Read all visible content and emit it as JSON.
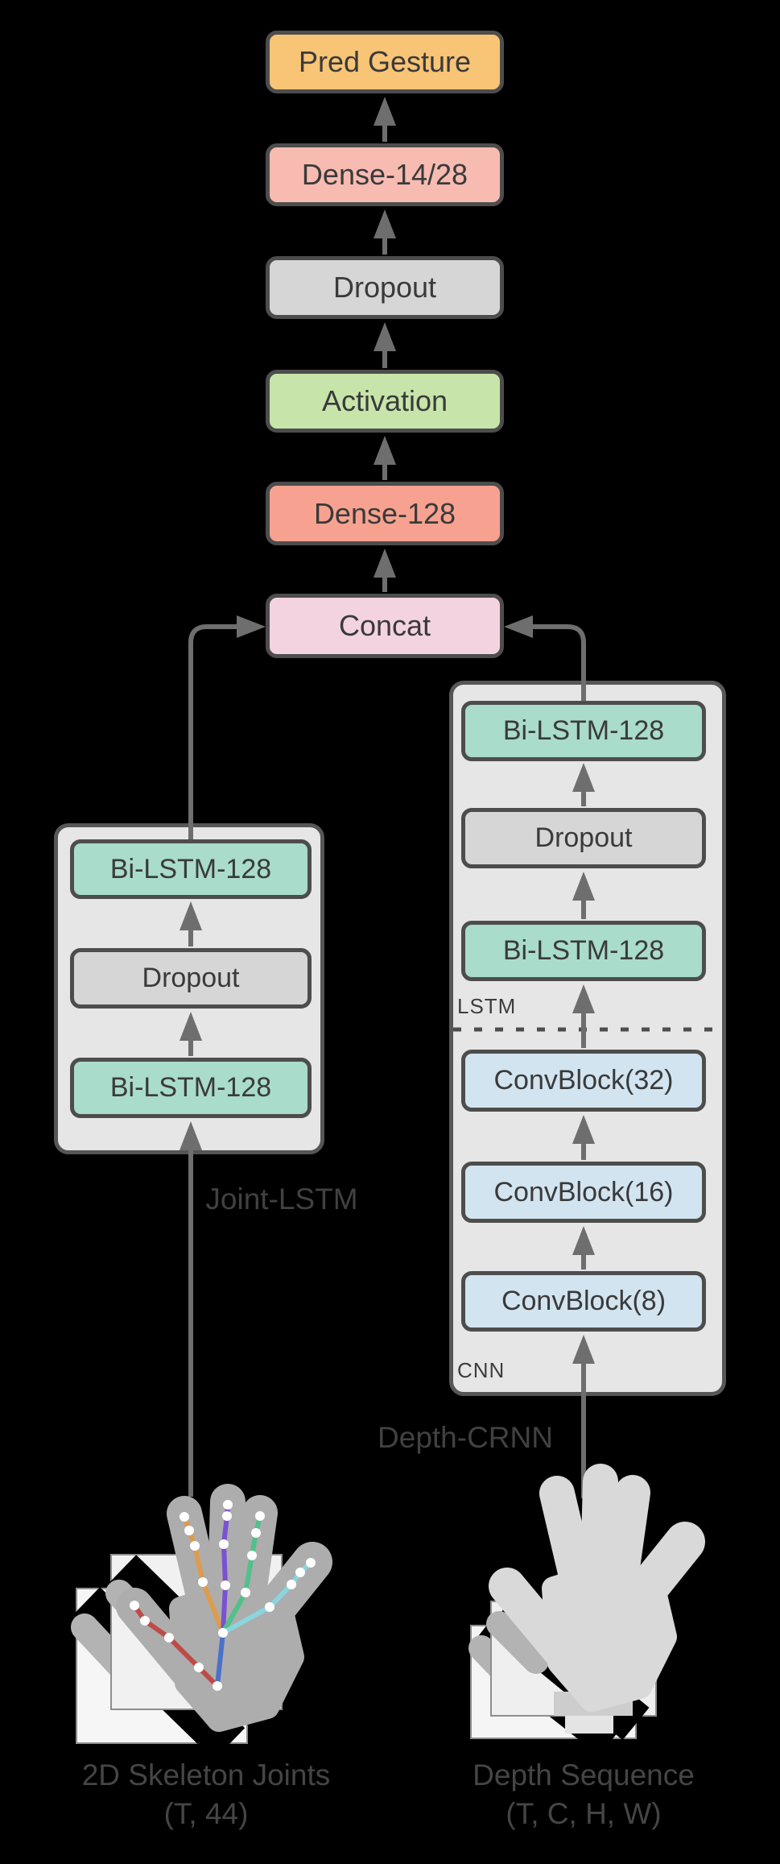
{
  "diagram": {
    "output_stack": {
      "pred_gesture": "Pred Gesture",
      "dense_out": "Dense-14/28",
      "dropout": "Dropout",
      "activation": "Activation",
      "dense_hidden": "Dense-128",
      "concat": "Concat"
    },
    "joint_branch": {
      "label": "Joint-LSTM",
      "bilstm_top": "Bi-LSTM-128",
      "dropout": "Dropout",
      "bilstm_bottom": "Bi-LSTM-128",
      "input_title": "2D Skeleton Joints",
      "input_shape": "(T, 44)"
    },
    "depth_branch": {
      "label": "Depth-CRNN",
      "lstm_tag": "LSTM",
      "cnn_tag": "CNN",
      "bilstm_top": "Bi-LSTM-128",
      "dropout": "Dropout",
      "bilstm_mid": "Bi-LSTM-128",
      "conv32": "ConvBlock(32)",
      "conv16": "ConvBlock(16)",
      "conv8": "ConvBlock(8)",
      "input_title": "Depth Sequence",
      "input_shape": "(T, C, H, W)"
    },
    "colors": {
      "output_fill": "#F8C476",
      "dense_out_fill": "#F7BBB1",
      "dense_hidden_fill": "#F7A290",
      "dropout_fill": "#D6D6D6",
      "activation_fill": "#C7E5AA",
      "concat_fill": "#F4D3E1",
      "bilstm_fill": "#A9DCCA",
      "convblock_fill": "#D2E4F0",
      "group_fill": "#E6E6E6",
      "wire": "#6E6E6E",
      "border": "#4D4D4D",
      "skeleton_red": "#BE4B48",
      "skeleton_orange": "#DD9B4E",
      "skeleton_purple": "#7A52D1",
      "skeleton_green": "#52C08B",
      "skeleton_cyan": "#8AD5DE",
      "skeleton_blue": "#4A72C8"
    }
  }
}
